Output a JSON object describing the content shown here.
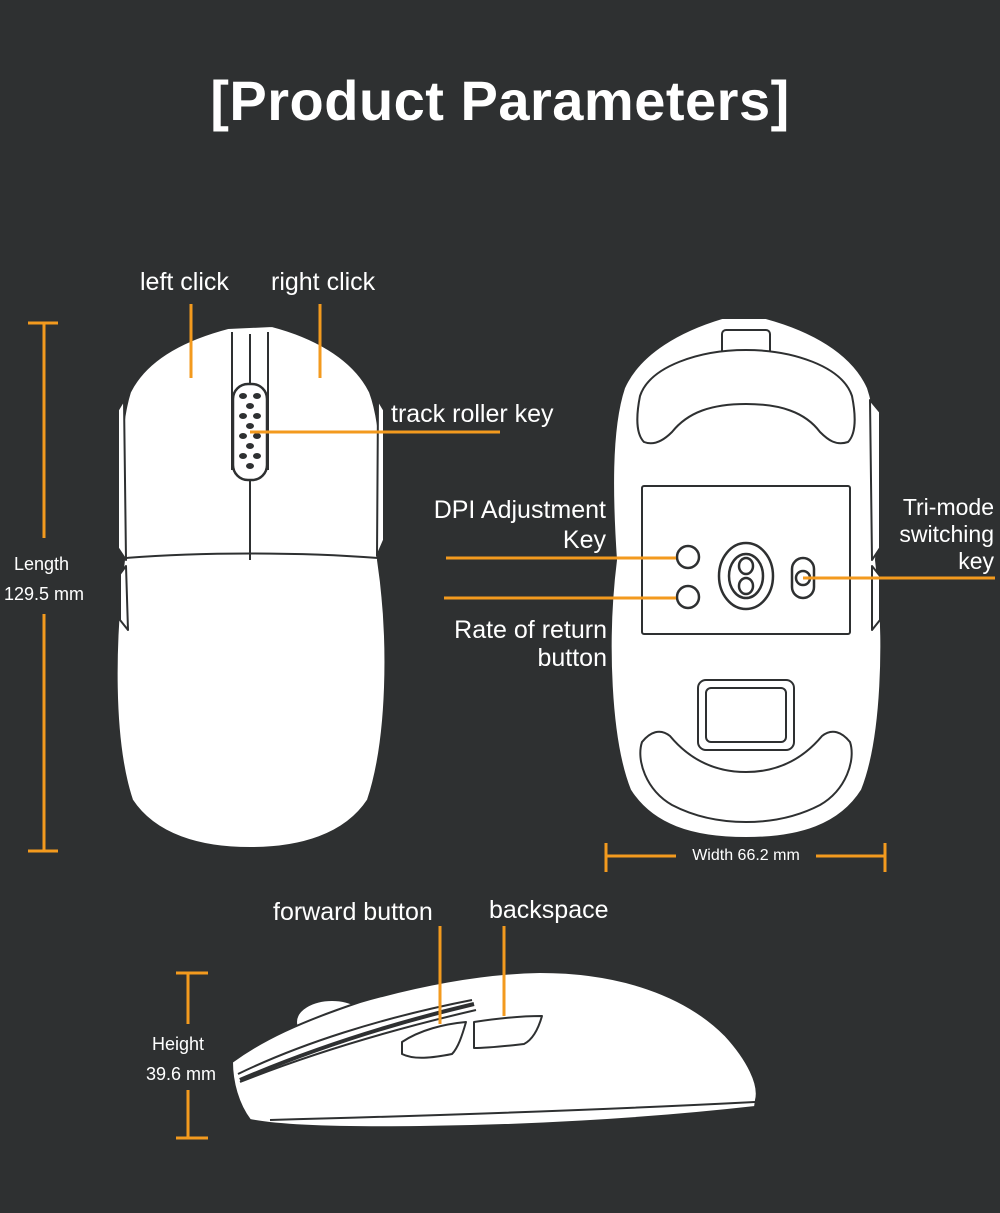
{
  "title": "[Product Parameters]",
  "labels": {
    "left_click": "left click",
    "right_click": "right click",
    "track_roller_key": "track roller key",
    "dpi_line1": "DPI Adjustment",
    "dpi_line2": "Key",
    "trimode_line1": "Tri-mode",
    "trimode_line2": "switching",
    "trimode_line3": "key",
    "rate_line1": "Rate of return",
    "rate_line2": "button",
    "forward_button": "forward button",
    "backspace": "backspace"
  },
  "dimensions": {
    "length_label": "Length",
    "length_value": "129.5 mm",
    "width_text": "Width 66.2 mm",
    "height_label": "Height",
    "height_value": "39.6 mm"
  },
  "colors": {
    "background": "#2e3031",
    "accent": "#f39a1e",
    "line_art": "#ffffff"
  }
}
